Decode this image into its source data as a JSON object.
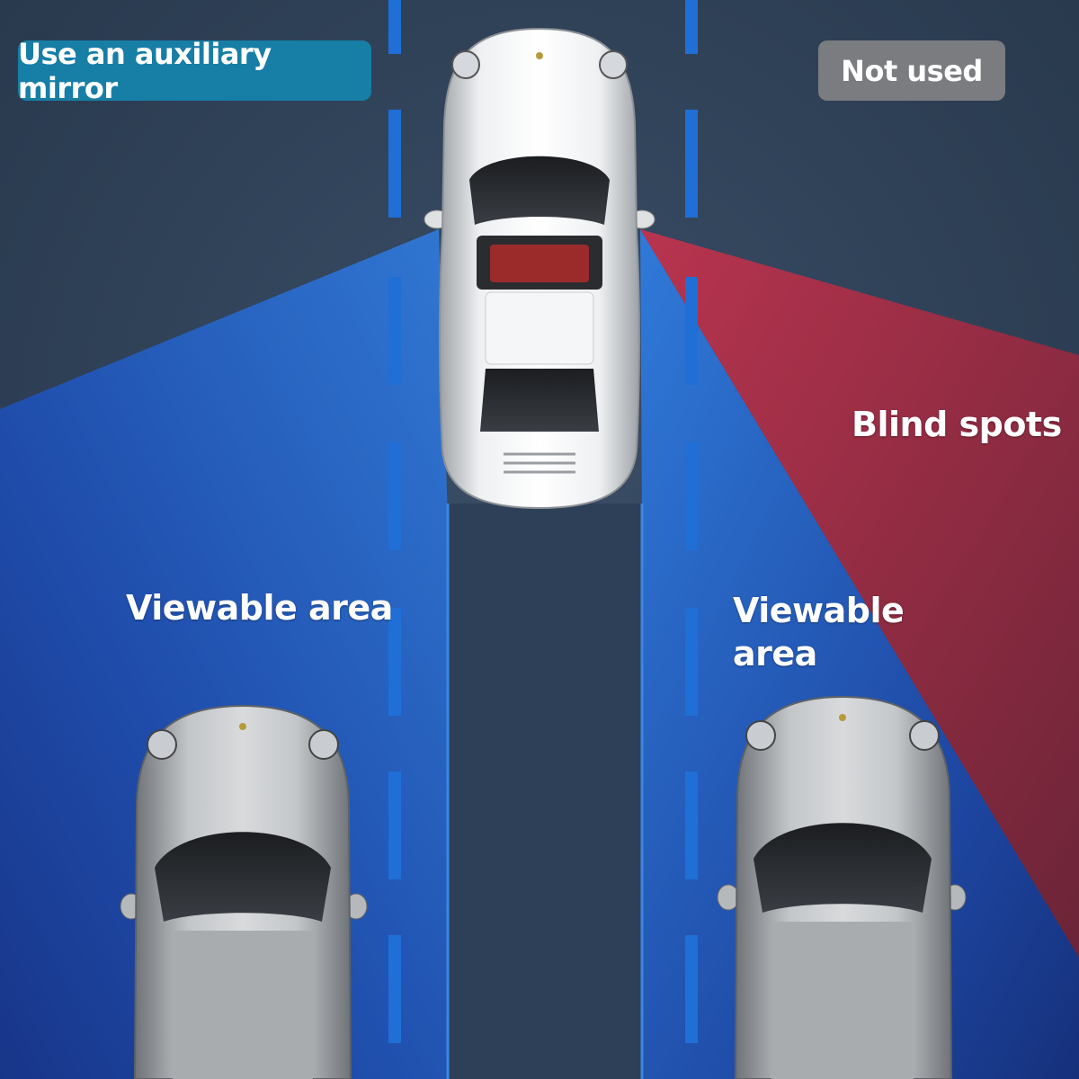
{
  "badges": {
    "auxiliary": {
      "label": "Use an auxiliary mirror",
      "color": "#177ea6"
    },
    "not_used": {
      "label": "Not used",
      "color": "#7a7c80"
    }
  },
  "labels": {
    "viewable_left": "Viewable area",
    "viewable_right_line1": "Viewable",
    "viewable_right_line2": "area",
    "blind_spots": "Blind spots"
  },
  "colors": {
    "road": "#33465c",
    "viewable_zone": "#1f4fb4",
    "blind_zone": "#8b2a44",
    "lane_marking": "#1f6fd6",
    "car_body": "#c9cbce"
  },
  "icons": {
    "ego_car": "white-sports-car-top-view-icon",
    "rear_car": "silver-sports-car-top-view-icon"
  }
}
